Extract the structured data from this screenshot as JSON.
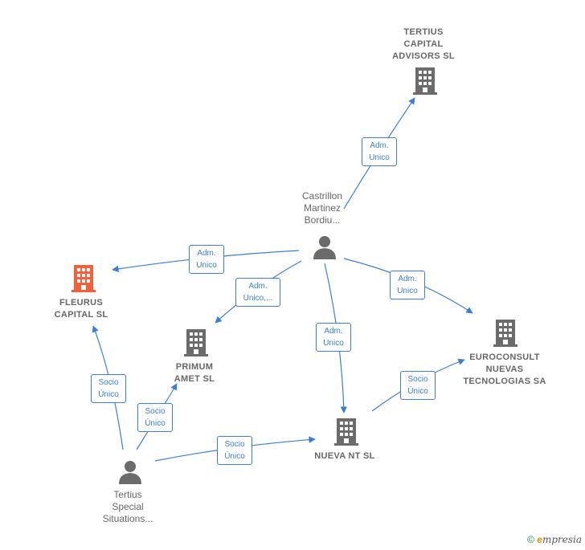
{
  "colors": {
    "edge": "#3a7fd5",
    "node_gray": "#6b6b6b",
    "highlight": "#f4603c"
  },
  "nodes": {
    "tertius_capital": {
      "label": "TERTIUS\nCAPITAL\nADVISORS  SL",
      "icon": "building-icon"
    },
    "castrillon": {
      "label": "Castrillon\nMartinez\nBordiu...",
      "icon": "person-icon"
    },
    "fleurus": {
      "label": "FLEURUS\nCAPITAL  SL",
      "icon": "building-icon"
    },
    "primum": {
      "label": "PRIMUM\nAMET  SL",
      "icon": "building-icon"
    },
    "euroconsult": {
      "label": "EUROCONSULT\nNUEVAS\nTECNOLOGIAS SA",
      "icon": "building-icon"
    },
    "nueva_nt": {
      "label": "NUEVA NT  SL",
      "icon": "building-icon"
    },
    "tertius_special": {
      "label": "Tertius\nSpecial\nSituations...",
      "icon": "person-icon"
    }
  },
  "edges": {
    "castrillon_tertius": "Adm.\nUnico",
    "castrillon_fleurus": "Adm.\nUnico",
    "castrillon_primum": "Adm.\nUnico,...",
    "castrillon_euroconsult": "Adm.\nUnico",
    "castrillon_nueva": "Adm.\nUnico",
    "nueva_euroconsult": "Socio\nÚnico",
    "special_fleurus": "Socio\nÚnico",
    "special_primum": "Socio\nÚnico",
    "special_nueva": "Socio\nÚnico"
  },
  "footer": {
    "copyright": "©",
    "brand_e": "e",
    "brand_rest": "mpresia"
  }
}
